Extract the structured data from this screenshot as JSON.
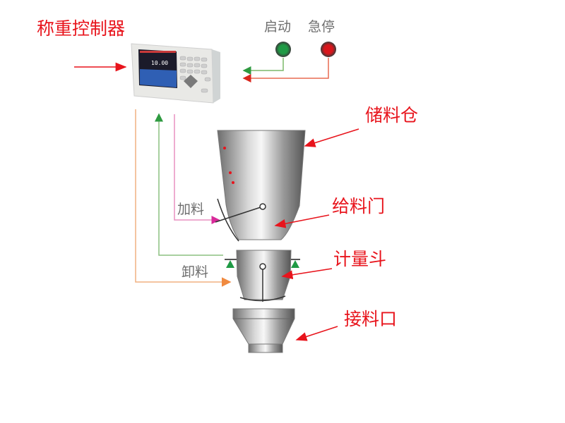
{
  "labels": {
    "controller": "称重控制器",
    "start": "启动",
    "estop": "急停",
    "feed": "加料",
    "discharge": "卸料",
    "storage_bin": "储料仓",
    "feed_gate": "给料门",
    "weigh_hopper": "计量斗",
    "receiving_port": "接料口"
  },
  "controller_display": {
    "reading": "10.00"
  },
  "colors": {
    "label_red": "#e8141c",
    "start_button": "#1f9a45",
    "estop_button": "#d9161c",
    "feed_line": "#e060a8",
    "signal_green": "#7cb86a",
    "discharge_line": "#f0a060",
    "stop_line": "#e86a50"
  }
}
